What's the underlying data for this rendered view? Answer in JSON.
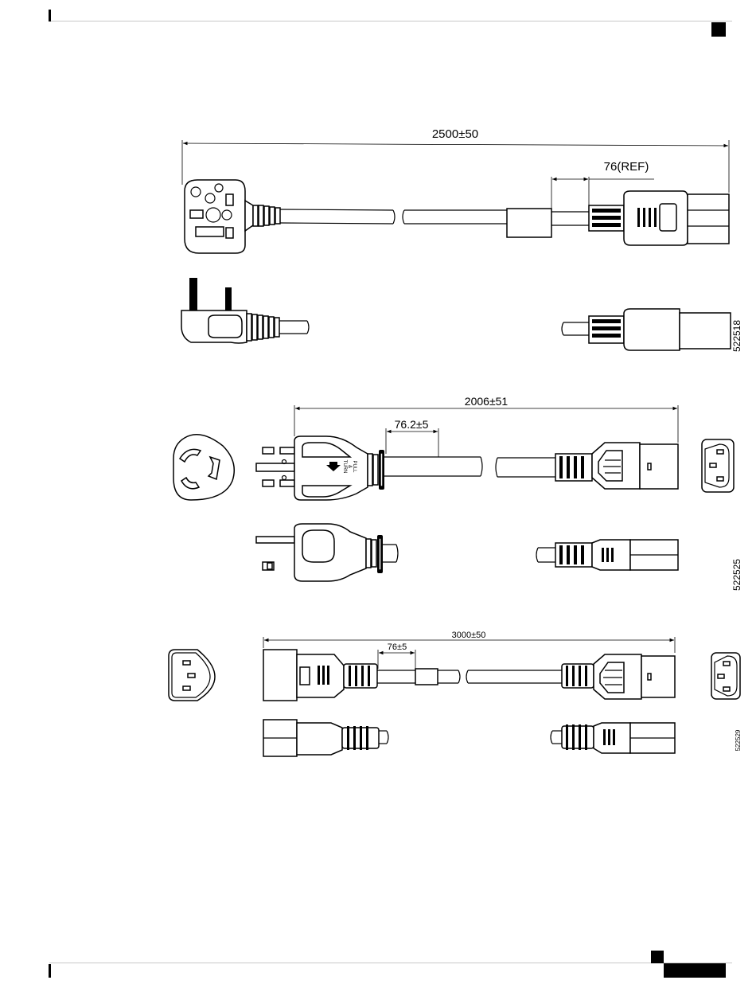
{
  "figures": [
    {
      "dimensions": {
        "overall_length": "2500±50",
        "reference_length": "76(REF)"
      },
      "figure_number": "522518"
    },
    {
      "dimensions": {
        "overall_length": "2006±51",
        "strain_relief_length": "76.2±5"
      },
      "plug_text": {
        "turn": "TURN",
        "and": "&",
        "pull": "PULL"
      },
      "figure_number": "522525"
    },
    {
      "dimensions": {
        "overall_length": "3000±50",
        "strain_relief_length": "76±5"
      },
      "figure_number": "522529"
    }
  ],
  "icons": [
    "uk-plug-icon",
    "china-plug-icon",
    "c13-connector-icon",
    "c14-inlet-icon",
    "c15-connector-icon"
  ]
}
